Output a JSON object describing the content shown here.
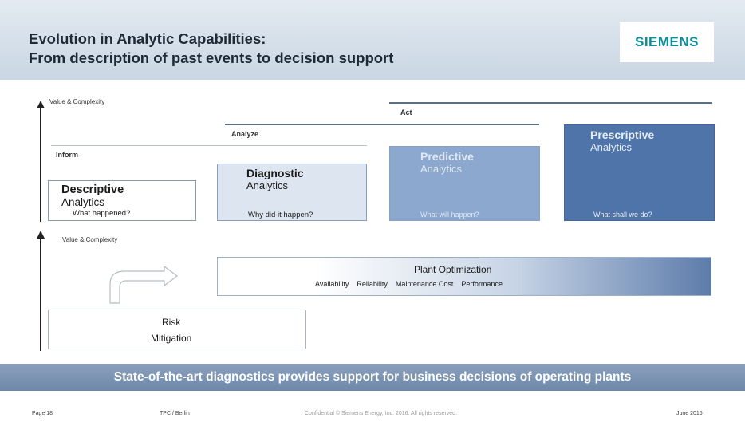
{
  "header": {
    "title_line1": "Evolution in Analytic Capabilities:",
    "title_line2": "From description of past events to decision support",
    "logo": "SIEMENS"
  },
  "top_axis_label": "Value & Complexity",
  "stages": {
    "act": "Act",
    "analyze": "Analyze",
    "inform": "Inform"
  },
  "capabilities": {
    "descriptive": {
      "line1": "Descriptive",
      "line2": "Analytics",
      "question": "What happened?"
    },
    "diagnostic": {
      "line1": "Diagnostic",
      "line2": "Analytics",
      "question": "Why did it happen?"
    },
    "predictive": {
      "line1": "Predictive",
      "line2": "Analytics",
      "question": "What will happen?"
    },
    "prescriptive": {
      "line1": "Prescriptive",
      "line2": "Analytics",
      "question": "What shall we do?"
    }
  },
  "bottom_axis_label": "Value & Complexity",
  "plant": {
    "title": "Plant Optimization",
    "items": [
      "Availability",
      "Reliability",
      "Maintenance Cost",
      "Performance"
    ]
  },
  "risk": {
    "line1": "Risk",
    "line2": "Mitigation"
  },
  "banner": "State-of-the-art diagnostics provides support for business decisions of operating plants",
  "footer": {
    "page": "Page 18",
    "event": "TPC / Berlin",
    "confidential": "Confidential © Siemens Energy, Inc. 2016. All rights reserved.",
    "date": "June 2016"
  },
  "colors": {
    "descriptive": "#ffffff",
    "diagnostic": "#dde6f0",
    "predictive": "#8da8cf",
    "prescriptive": "#4e74aa",
    "banner": "#7a92b1",
    "logo": "#0a8f9a"
  }
}
